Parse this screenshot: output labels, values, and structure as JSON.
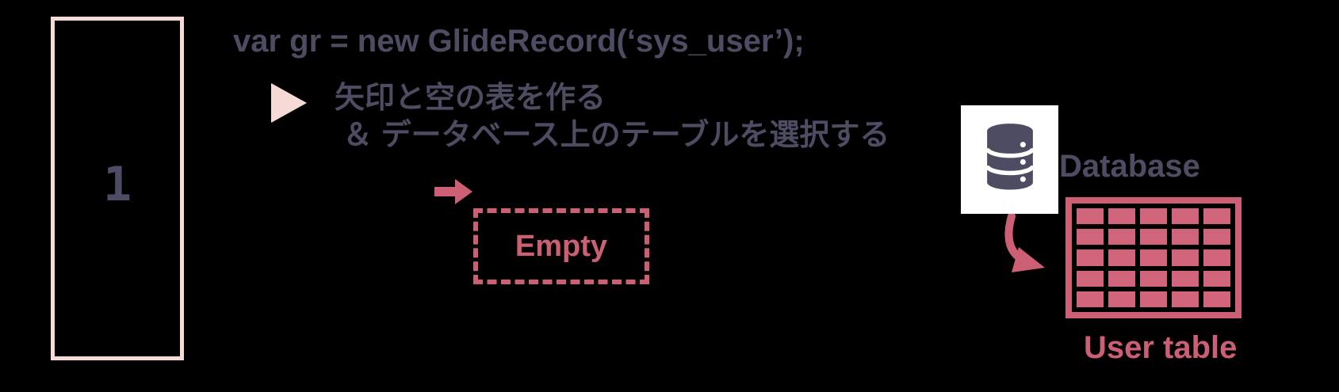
{
  "colors": {
    "bg": "#000000",
    "slate": "#4D4C62",
    "light_pink": "#F6DAD6",
    "accent": "#CC5F73",
    "cell": "#D0647A",
    "white": "#FFFFFF"
  },
  "step": {
    "number": "1"
  },
  "code": {
    "text": "var gr = new GlideRecord(‘sys_user’);"
  },
  "note": {
    "line1": "矢印と空の表を作る",
    "line2": "＆ データベース上のテーブルを選択する"
  },
  "empty_box": {
    "label": "Empty"
  },
  "database": {
    "label": "Database",
    "icon": "database-icon"
  },
  "user_table": {
    "label": "User table",
    "grid": {
      "rows": 5,
      "cols": 5
    }
  },
  "icons": {
    "bullet": "triangle-bullet-icon",
    "pointer": "right-arrow-icon",
    "curved": "curved-arrow-icon"
  }
}
